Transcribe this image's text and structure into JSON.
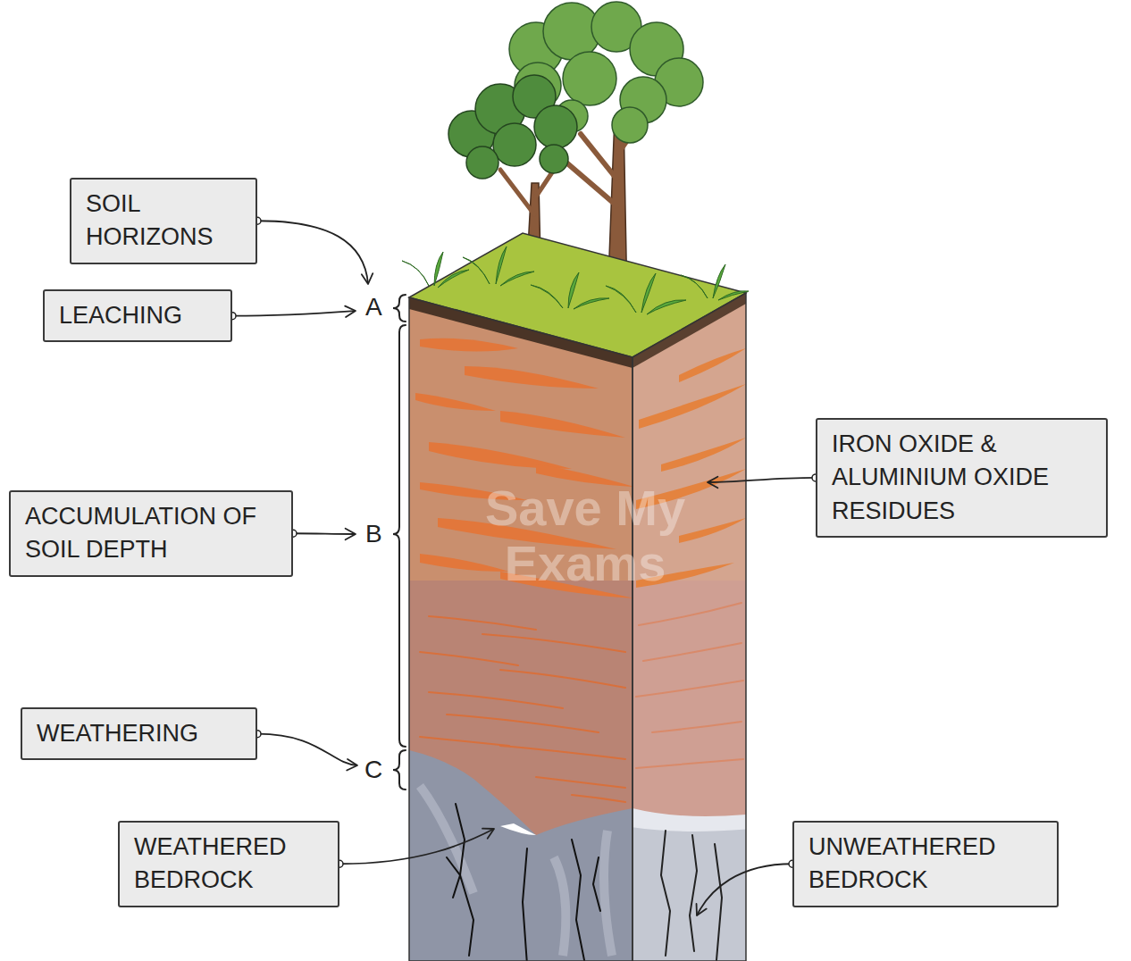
{
  "diagram": {
    "nodes": [
      {
        "text": [
          "SOIL HORIZONS"
        ]
      },
      {
        "text": [
          "LEACHING"
        ]
      },
      {
        "text": [
          "IRON OXIDE & ALUMINIUM OXIDE RESIDUES"
        ]
      },
      {
        "text": [
          "ACCUMULATION OF SOIL DEPTH"
        ]
      },
      {
        "text": [
          "WEATHERING"
        ]
      },
      {
        "text": [
          "WEATHERED BEDROCK"
        ]
      },
      {
        "text": [
          "UNWEATHERED BEDROCK"
        ]
      }
    ],
    "labels": [
      "A",
      "B",
      "C",
      "Save My Exams"
    ]
  }
}
